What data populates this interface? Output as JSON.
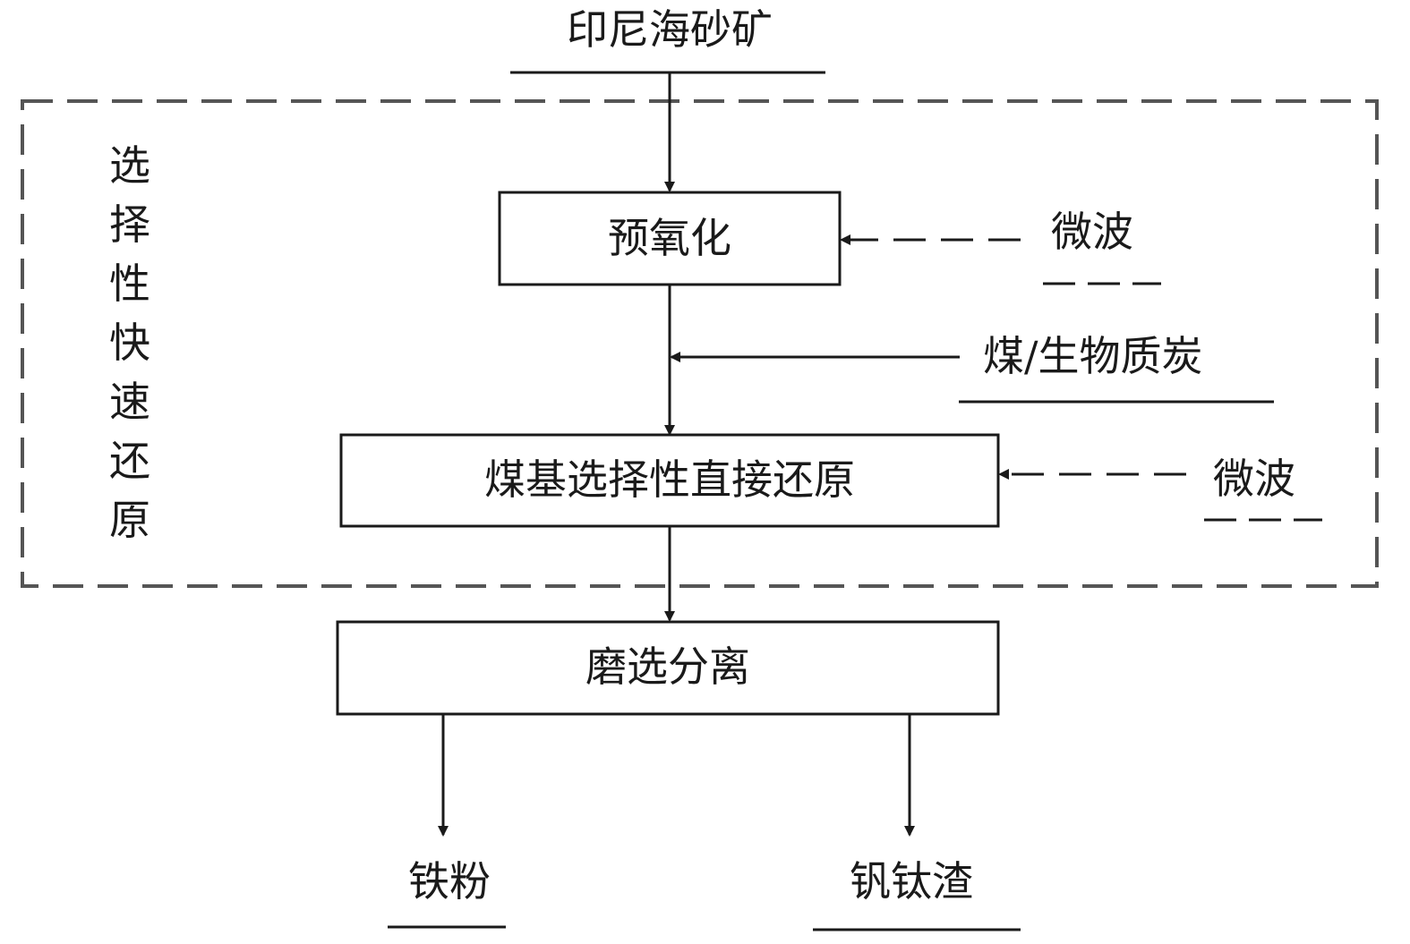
{
  "input": {
    "label": "印尼海砂矿"
  },
  "group": {
    "label": "选择性快速还原",
    "chars": [
      "选",
      "择",
      "性",
      "快",
      "速",
      "还",
      "原"
    ]
  },
  "steps": [
    {
      "id": "pre-oxidation",
      "label": "预氧化"
    },
    {
      "id": "reduction",
      "label": "煤基选择性直接还原"
    },
    {
      "id": "separation",
      "label": "磨选分离"
    }
  ],
  "side_inputs": [
    {
      "id": "microwave-1",
      "label": "微波",
      "target": "预氧化",
      "line_style": "dashed"
    },
    {
      "id": "reductant",
      "label": "煤/生物质炭",
      "target": "煤基选择性直接还原",
      "line_style": "solid"
    },
    {
      "id": "microwave-2",
      "label": "微波",
      "target": "煤基选择性直接还原",
      "line_style": "dashed"
    }
  ],
  "outputs": [
    {
      "id": "iron-powder",
      "label": "铁粉"
    },
    {
      "id": "vanadium-titanium-slag",
      "label": "钒钛渣"
    }
  ],
  "colors": {
    "line": "#1a1a1a",
    "dashed_frame": "#555555",
    "background": "#ffffff"
  }
}
